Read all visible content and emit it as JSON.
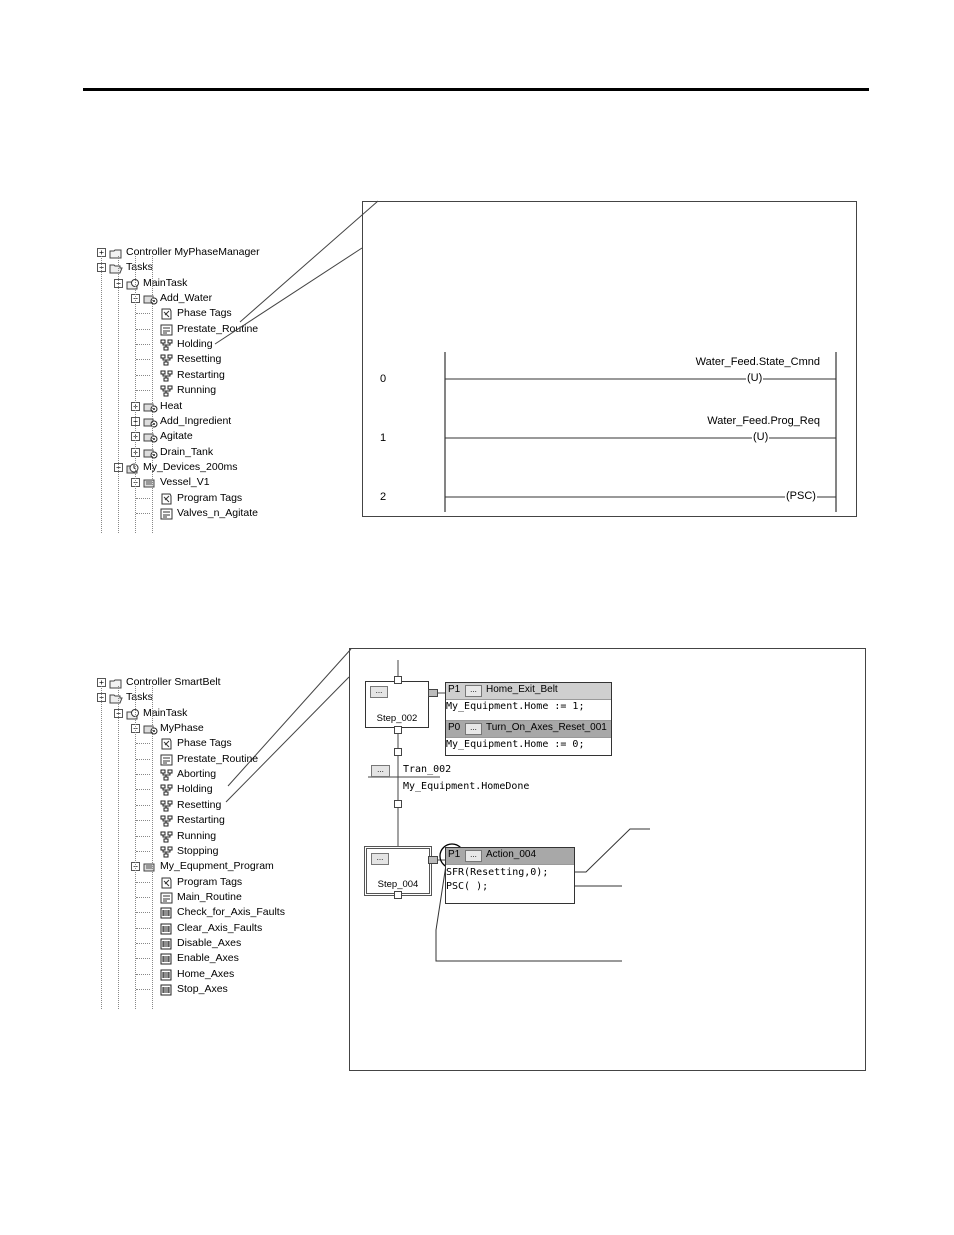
{
  "tree1": {
    "items": [
      {
        "label": "Controller MyPhaseManager",
        "icon": "folder-icon",
        "exp": "+"
      },
      {
        "label": "Tasks",
        "icon": "folder-open-icon",
        "exp": "-"
      },
      {
        "label": "MainTask",
        "icon": "task-icon",
        "exp": "-"
      },
      {
        "label": "Add_Water",
        "icon": "phase-icon",
        "exp": "-"
      },
      {
        "label": "Phase Tags",
        "icon": "tags-icon"
      },
      {
        "label": "Prestate_Routine",
        "icon": "routine-icon"
      },
      {
        "label": "Holding",
        "icon": "sfc-routine-icon"
      },
      {
        "label": "Resetting",
        "icon": "sfc-routine-icon"
      },
      {
        "label": "Restarting",
        "icon": "sfc-routine-icon"
      },
      {
        "label": "Running",
        "icon": "sfc-routine-icon"
      },
      {
        "label": "Heat",
        "icon": "phase-icon",
        "exp": "+"
      },
      {
        "label": "Add_Ingredient",
        "icon": "phase-icon",
        "exp": "+"
      },
      {
        "label": "Agitate",
        "icon": "phase-icon",
        "exp": "+"
      },
      {
        "label": "Drain_Tank",
        "icon": "phase-icon",
        "exp": "+"
      },
      {
        "label": "My_Devices_200ms",
        "icon": "periodic-task-icon",
        "exp": "-"
      },
      {
        "label": "Vessel_V1",
        "icon": "program-icon",
        "exp": "-"
      },
      {
        "label": "Program Tags",
        "icon": "tags-icon"
      },
      {
        "label": "Valves_n_Agitate",
        "icon": "routine-icon"
      }
    ]
  },
  "ladder": {
    "rungs": [
      {
        "num": "0",
        "tag": "Water_Feed.State_Cmnd",
        "instr": "U"
      },
      {
        "num": "1",
        "tag": "Water_Feed.Prog_Req",
        "instr": "U"
      },
      {
        "num": "2",
        "tag": "",
        "instr": "PSC"
      }
    ]
  },
  "tree2": {
    "items": [
      {
        "label": "Controller SmartBelt",
        "icon": "folder-icon",
        "exp": "+"
      },
      {
        "label": "Tasks",
        "icon": "folder-open-icon",
        "exp": "-"
      },
      {
        "label": "MainTask",
        "icon": "task-icon",
        "exp": "-"
      },
      {
        "label": "MyPhase",
        "icon": "phase-icon",
        "exp": "-"
      },
      {
        "label": "Phase Tags",
        "icon": "tags-icon"
      },
      {
        "label": "Prestate_Routine",
        "icon": "routine-icon"
      },
      {
        "label": "Aborting",
        "icon": "sfc-routine-icon"
      },
      {
        "label": "Holding",
        "icon": "sfc-routine-icon"
      },
      {
        "label": "Resetting",
        "icon": "sfc-routine-icon"
      },
      {
        "label": "Restarting",
        "icon": "sfc-routine-icon"
      },
      {
        "label": "Running",
        "icon": "sfc-routine-icon"
      },
      {
        "label": "Stopping",
        "icon": "sfc-routine-icon"
      },
      {
        "label": "My_Equpment_Program",
        "icon": "program-icon",
        "exp": "-"
      },
      {
        "label": "Program Tags",
        "icon": "tags-icon"
      },
      {
        "label": "Main_Routine",
        "icon": "routine-icon"
      },
      {
        "label": "Check_for_Axis_Faults",
        "icon": "ladder-routine-icon"
      },
      {
        "label": "Clear_Axis_Faults",
        "icon": "ladder-routine-icon"
      },
      {
        "label": "Disable_Axes",
        "icon": "ladder-routine-icon"
      },
      {
        "label": "Enable_Axes",
        "icon": "ladder-routine-icon"
      },
      {
        "label": "Home_Axes",
        "icon": "ladder-routine-icon"
      },
      {
        "label": "Stop_Axes",
        "icon": "ladder-routine-icon"
      }
    ]
  },
  "sfc": {
    "step1": {
      "label": "Step_002",
      "button": "..."
    },
    "action1": {
      "qualifier": "P1",
      "button": "...",
      "name": "Home_Exit_Belt",
      "code": "My_Equipment.Home := 1;"
    },
    "action2": {
      "qualifier": "P0",
      "button": "...",
      "name": "Turn_On_Axes_Reset_001",
      "code": "My_Equipment.Home := 0;"
    },
    "transition": {
      "button": "...",
      "name": "Tran_002",
      "expr": "My_Equipment.HomeDone"
    },
    "step2": {
      "label": "Step_004",
      "button": "..."
    },
    "action3": {
      "qualifier": "P1",
      "button": "...",
      "name": "Action_004",
      "code1": "SFR(Resetting,0);",
      "code2": "PSC( );"
    }
  }
}
